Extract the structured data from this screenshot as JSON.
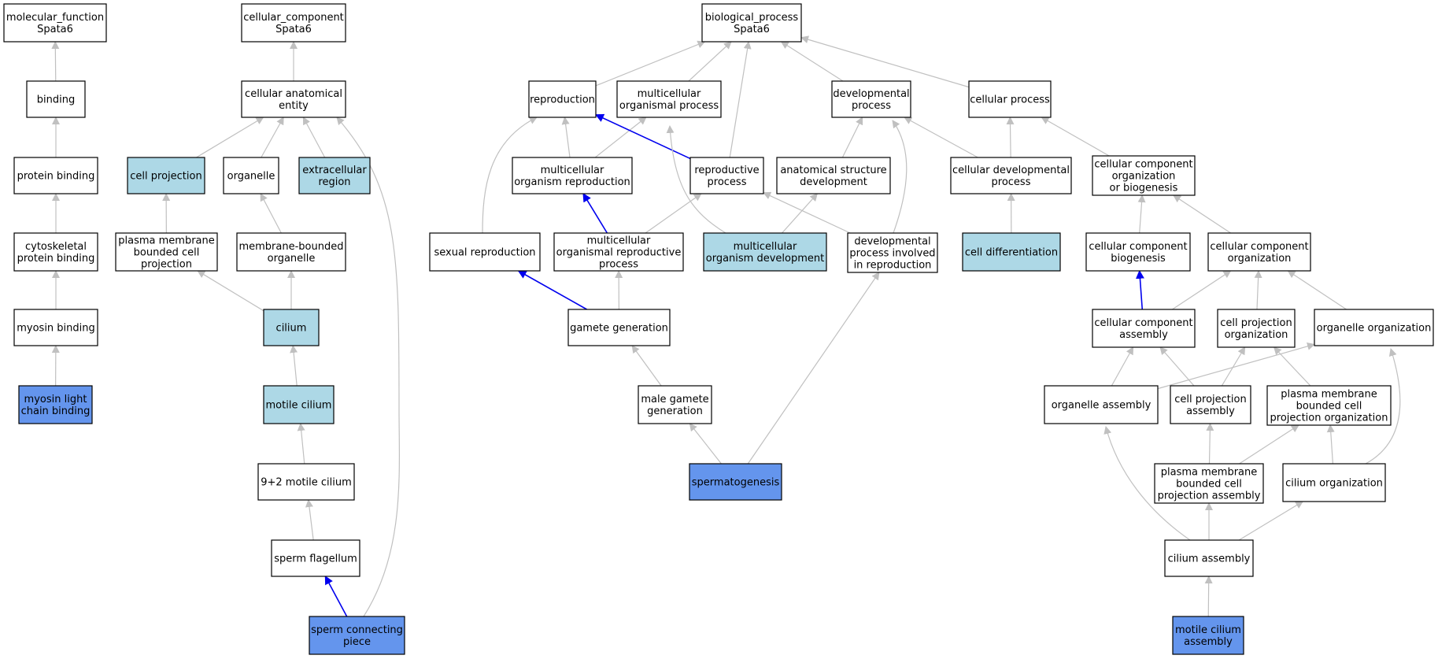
{
  "colors": {
    "default_fill": "#ffffff",
    "ancestor_fill": "#add8e6",
    "annotated_fill": "#6495ed",
    "gray_edge": "#c0c0c0",
    "blue_edge": "#0000ee"
  },
  "nodes": {
    "mf_root": {
      "lines": [
        "molecular_function",
        "Spata6"
      ],
      "kind": "default"
    },
    "binding": {
      "lines": [
        "binding"
      ],
      "kind": "default"
    },
    "protein_binding": {
      "lines": [
        "protein binding"
      ],
      "kind": "default"
    },
    "cytoskeletal_protein_binding": {
      "lines": [
        "cytoskeletal",
        "protein binding"
      ],
      "kind": "default"
    },
    "myosin_binding": {
      "lines": [
        "myosin binding"
      ],
      "kind": "default"
    },
    "myosin_light_chain_binding": {
      "lines": [
        "myosin light",
        "chain binding"
      ],
      "kind": "annotated"
    },
    "cc_root": {
      "lines": [
        "cellular_component",
        "Spata6"
      ],
      "kind": "default"
    },
    "cellular_anatomical_entity": {
      "lines": [
        "cellular anatomical",
        "entity"
      ],
      "kind": "default"
    },
    "cell_projection": {
      "lines": [
        "cell projection"
      ],
      "kind": "ancestor"
    },
    "organelle": {
      "lines": [
        "organelle"
      ],
      "kind": "default"
    },
    "extracellular_region": {
      "lines": [
        "extracellular",
        "region"
      ],
      "kind": "ancestor"
    },
    "pm_bounded_cell_projection": {
      "lines": [
        "plasma membrane",
        "bounded cell",
        "projection"
      ],
      "kind": "default"
    },
    "membrane_bounded_organelle": {
      "lines": [
        "membrane-bounded",
        "organelle"
      ],
      "kind": "default"
    },
    "cilium": {
      "lines": [
        "cilium"
      ],
      "kind": "ancestor"
    },
    "motile_cilium": {
      "lines": [
        "motile cilium"
      ],
      "kind": "ancestor"
    },
    "nine_two_motile_cilium": {
      "lines": [
        "9+2 motile cilium"
      ],
      "kind": "default"
    },
    "sperm_flagellum": {
      "lines": [
        "sperm flagellum"
      ],
      "kind": "default"
    },
    "sperm_connecting_piece": {
      "lines": [
        "sperm connecting",
        "piece"
      ],
      "kind": "annotated"
    },
    "bp_root": {
      "lines": [
        "biological_process",
        "Spata6"
      ],
      "kind": "default"
    },
    "reproduction": {
      "lines": [
        "reproduction"
      ],
      "kind": "default"
    },
    "multicellular_organismal_process": {
      "lines": [
        "multicellular",
        "organismal process"
      ],
      "kind": "default"
    },
    "developmental_process": {
      "lines": [
        "developmental",
        "process"
      ],
      "kind": "default"
    },
    "cellular_process": {
      "lines": [
        "cellular process"
      ],
      "kind": "default"
    },
    "multicellular_organism_reproduction": {
      "lines": [
        "multicellular",
        "organism reproduction"
      ],
      "kind": "default"
    },
    "reproductive_process": {
      "lines": [
        "reproductive",
        "process"
      ],
      "kind": "default"
    },
    "anatomical_structure_development": {
      "lines": [
        "anatomical structure",
        "development"
      ],
      "kind": "default"
    },
    "cellular_developmental_process": {
      "lines": [
        "cellular developmental",
        "process"
      ],
      "kind": "default"
    },
    "ccob": {
      "lines": [
        "cellular component",
        "organization",
        "or biogenesis"
      ],
      "kind": "default"
    },
    "sexual_reproduction": {
      "lines": [
        "sexual reproduction"
      ],
      "kind": "default"
    },
    "mo_reproductive_process": {
      "lines": [
        "multicellular",
        "organismal reproductive",
        "process"
      ],
      "kind": "default"
    },
    "multicellular_organism_development": {
      "lines": [
        "multicellular",
        "organism development"
      ],
      "kind": "ancestor"
    },
    "dev_proc_in_reproduction": {
      "lines": [
        "developmental",
        "process involved",
        "in reproduction"
      ],
      "kind": "default"
    },
    "cell_differentiation": {
      "lines": [
        "cell differentiation"
      ],
      "kind": "ancestor"
    },
    "cc_biogenesis": {
      "lines": [
        "cellular component",
        "biogenesis"
      ],
      "kind": "default"
    },
    "cc_organization": {
      "lines": [
        "cellular component",
        "organization"
      ],
      "kind": "default"
    },
    "gamete_generation": {
      "lines": [
        "gamete generation"
      ],
      "kind": "default"
    },
    "cc_assembly": {
      "lines": [
        "cellular component",
        "assembly"
      ],
      "kind": "default"
    },
    "cell_projection_organization": {
      "lines": [
        "cell projection",
        "organization"
      ],
      "kind": "default"
    },
    "organelle_organization": {
      "lines": [
        "organelle organization"
      ],
      "kind": "default"
    },
    "male_gamete_generation": {
      "lines": [
        "male gamete",
        "generation"
      ],
      "kind": "default"
    },
    "organelle_assembly": {
      "lines": [
        "organelle assembly"
      ],
      "kind": "default"
    },
    "cell_projection_assembly": {
      "lines": [
        "cell projection",
        "assembly"
      ],
      "kind": "default"
    },
    "pm_bounded_cp_organization": {
      "lines": [
        "plasma membrane",
        "bounded cell",
        "projection organization"
      ],
      "kind": "default"
    },
    "spermatogenesis": {
      "lines": [
        "spermatogenesis"
      ],
      "kind": "annotated"
    },
    "pm_bounded_cp_assembly": {
      "lines": [
        "plasma membrane",
        "bounded cell",
        "projection assembly"
      ],
      "kind": "default"
    },
    "cilium_organization": {
      "lines": [
        "cilium organization"
      ],
      "kind": "default"
    },
    "cilium_assembly": {
      "lines": [
        "cilium assembly"
      ],
      "kind": "default"
    },
    "motile_cilium_assembly": {
      "lines": [
        "motile cilium",
        "assembly"
      ],
      "kind": "annotated"
    }
  },
  "edges": [
    {
      "from": "binding",
      "to": "mf_root",
      "type": "is_a"
    },
    {
      "from": "protein_binding",
      "to": "binding",
      "type": "is_a"
    },
    {
      "from": "cytoskeletal_protein_binding",
      "to": "protein_binding",
      "type": "is_a"
    },
    {
      "from": "myosin_binding",
      "to": "cytoskeletal_protein_binding",
      "type": "is_a"
    },
    {
      "from": "myosin_light_chain_binding",
      "to": "myosin_binding",
      "type": "is_a"
    },
    {
      "from": "cellular_anatomical_entity",
      "to": "cc_root",
      "type": "is_a"
    },
    {
      "from": "cell_projection",
      "to": "cellular_anatomical_entity",
      "type": "is_a"
    },
    {
      "from": "organelle",
      "to": "cellular_anatomical_entity",
      "type": "is_a"
    },
    {
      "from": "extracellular_region",
      "to": "cellular_anatomical_entity",
      "type": "is_a"
    },
    {
      "from": "pm_bounded_cell_projection",
      "to": "cell_projection",
      "type": "is_a"
    },
    {
      "from": "membrane_bounded_organelle",
      "to": "organelle",
      "type": "is_a"
    },
    {
      "from": "cilium",
      "to": "pm_bounded_cell_projection",
      "type": "is_a"
    },
    {
      "from": "cilium",
      "to": "membrane_bounded_organelle",
      "type": "is_a"
    },
    {
      "from": "motile_cilium",
      "to": "cilium",
      "type": "is_a"
    },
    {
      "from": "nine_two_motile_cilium",
      "to": "motile_cilium",
      "type": "is_a"
    },
    {
      "from": "sperm_flagellum",
      "to": "nine_two_motile_cilium",
      "type": "is_a"
    },
    {
      "from": "sperm_connecting_piece",
      "to": "sperm_flagellum",
      "type": "part_of"
    },
    {
      "from": "sperm_connecting_piece",
      "to": "cellular_anatomical_entity",
      "type": "is_a"
    },
    {
      "from": "reproduction",
      "to": "bp_root",
      "type": "is_a"
    },
    {
      "from": "multicellular_organismal_process",
      "to": "bp_root",
      "type": "is_a"
    },
    {
      "from": "developmental_process",
      "to": "bp_root",
      "type": "is_a"
    },
    {
      "from": "cellular_process",
      "to": "bp_root",
      "type": "is_a"
    },
    {
      "from": "reproductive_process",
      "to": "bp_root",
      "type": "is_a"
    },
    {
      "from": "multicellular_organism_reproduction",
      "to": "reproduction",
      "type": "is_a"
    },
    {
      "from": "multicellular_organism_reproduction",
      "to": "multicellular_organismal_process",
      "type": "is_a"
    },
    {
      "from": "reproductive_process",
      "to": "reproduction",
      "type": "part_of"
    },
    {
      "from": "anatomical_structure_development",
      "to": "developmental_process",
      "type": "is_a"
    },
    {
      "from": "cellular_developmental_process",
      "to": "developmental_process",
      "type": "is_a"
    },
    {
      "from": "cellular_developmental_process",
      "to": "cellular_process",
      "type": "is_a"
    },
    {
      "from": "ccob",
      "to": "cellular_process",
      "type": "is_a"
    },
    {
      "from": "sexual_reproduction",
      "to": "reproduction",
      "type": "is_a"
    },
    {
      "from": "mo_reproductive_process",
      "to": "multicellular_organism_reproduction",
      "type": "part_of"
    },
    {
      "from": "mo_reproductive_process",
      "to": "reproductive_process",
      "type": "is_a"
    },
    {
      "from": "multicellular_organism_development",
      "to": "multicellular_organismal_process",
      "type": "is_a"
    },
    {
      "from": "multicellular_organism_development",
      "to": "anatomical_structure_development",
      "type": "is_a"
    },
    {
      "from": "dev_proc_in_reproduction",
      "to": "reproductive_process",
      "type": "is_a"
    },
    {
      "from": "dev_proc_in_reproduction",
      "to": "developmental_process",
      "type": "is_a"
    },
    {
      "from": "cell_differentiation",
      "to": "cellular_developmental_process",
      "type": "is_a"
    },
    {
      "from": "cc_biogenesis",
      "to": "ccob",
      "type": "is_a"
    },
    {
      "from": "cc_organization",
      "to": "ccob",
      "type": "is_a"
    },
    {
      "from": "gamete_generation",
      "to": "sexual_reproduction",
      "type": "part_of"
    },
    {
      "from": "gamete_generation",
      "to": "mo_reproductive_process",
      "type": "is_a"
    },
    {
      "from": "cc_assembly",
      "to": "cc_biogenesis",
      "type": "part_of"
    },
    {
      "from": "cc_assembly",
      "to": "cc_organization",
      "type": "is_a"
    },
    {
      "from": "cell_projection_organization",
      "to": "cc_organization",
      "type": "is_a"
    },
    {
      "from": "organelle_organization",
      "to": "cc_organization",
      "type": "is_a"
    },
    {
      "from": "male_gamete_generation",
      "to": "gamete_generation",
      "type": "is_a"
    },
    {
      "from": "organelle_assembly",
      "to": "cc_assembly",
      "type": "is_a"
    },
    {
      "from": "organelle_assembly",
      "to": "organelle_organization",
      "type": "is_a"
    },
    {
      "from": "cell_projection_assembly",
      "to": "cc_assembly",
      "type": "is_a"
    },
    {
      "from": "cell_projection_assembly",
      "to": "cell_projection_organization",
      "type": "is_a"
    },
    {
      "from": "pm_bounded_cp_organization",
      "to": "cell_projection_organization",
      "type": "is_a"
    },
    {
      "from": "spermatogenesis",
      "to": "male_gamete_generation",
      "type": "is_a"
    },
    {
      "from": "spermatogenesis",
      "to": "dev_proc_in_reproduction",
      "type": "is_a"
    },
    {
      "from": "pm_bounded_cp_assembly",
      "to": "cell_projection_assembly",
      "type": "is_a"
    },
    {
      "from": "pm_bounded_cp_assembly",
      "to": "pm_bounded_cp_organization",
      "type": "is_a"
    },
    {
      "from": "cilium_organization",
      "to": "pm_bounded_cp_organization",
      "type": "is_a"
    },
    {
      "from": "cilium_organization",
      "to": "organelle_organization",
      "type": "is_a"
    },
    {
      "from": "cilium_assembly",
      "to": "organelle_assembly",
      "type": "is_a"
    },
    {
      "from": "cilium_assembly",
      "to": "pm_bounded_cp_assembly",
      "type": "is_a"
    },
    {
      "from": "cilium_assembly",
      "to": "cilium_organization",
      "type": "is_a"
    },
    {
      "from": "motile_cilium_assembly",
      "to": "cilium_assembly",
      "type": "is_a"
    }
  ]
}
